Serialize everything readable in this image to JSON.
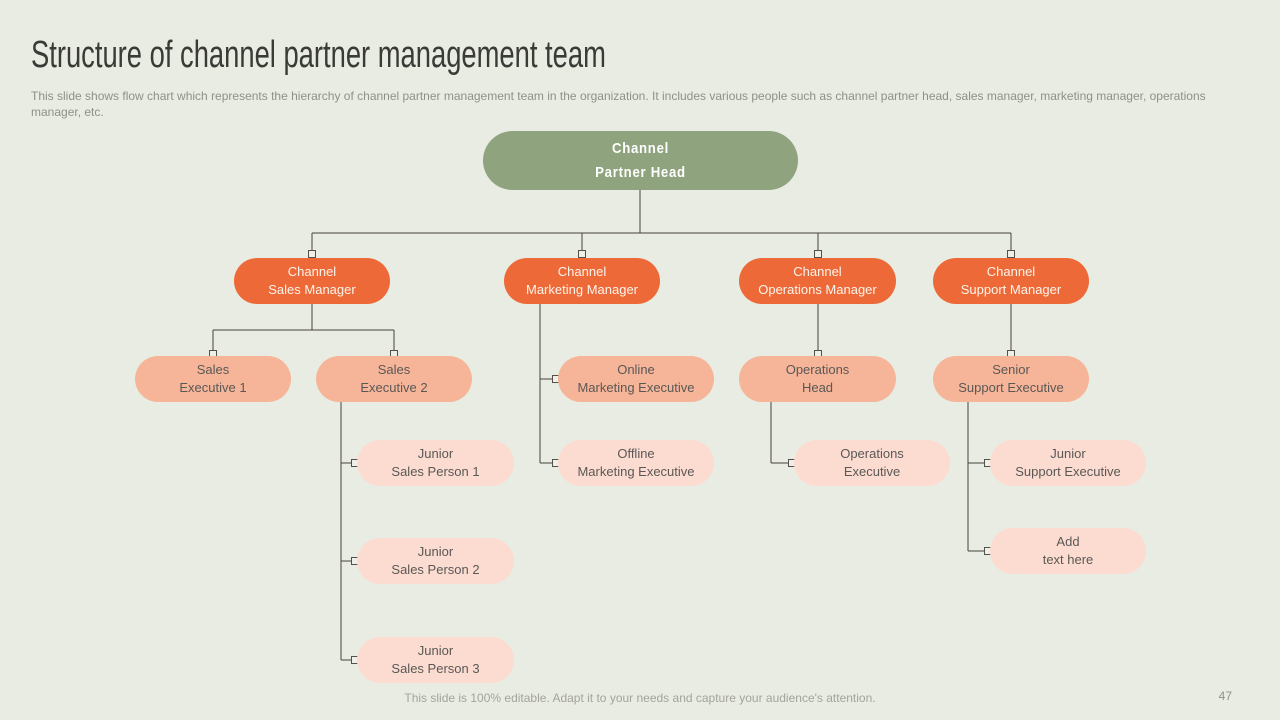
{
  "slide": {
    "title": "Structure of channel partner management team",
    "description": "This slide shows flow chart which represents the hierarchy of channel partner management team in the organization. It includes various people such as channel partner head, sales manager, marketing manager, operations manager, etc.",
    "footer": "This slide is 100% editable. Adapt it to your needs and capture your audience's attention.",
    "page_number": "47"
  },
  "colors": {
    "background": "#e9ece3",
    "head_node": "#8fa37e",
    "manager_node": "#ed6a38",
    "executive_node": "#f6b598",
    "junior_node": "#fcdcd0",
    "connector_line": "#45423c",
    "title_text": "#3a3a36",
    "muted_text": "#8f9089"
  },
  "org_chart": {
    "nodes": [
      {
        "id": "partner-head",
        "line1": "Channel",
        "line2": "Partner Head",
        "level": 1,
        "parent": null
      },
      {
        "id": "sales-manager",
        "line1": "Channel",
        "line2": "Sales Manager",
        "level": 2,
        "parent": "partner-head"
      },
      {
        "id": "marketing-manager",
        "line1": "Channel",
        "line2": "Marketing Manager",
        "level": 2,
        "parent": "partner-head"
      },
      {
        "id": "operations-manager",
        "line1": "Channel",
        "line2": "Operations Manager",
        "level": 2,
        "parent": "partner-head"
      },
      {
        "id": "support-manager",
        "line1": "Channel",
        "line2": "Support Manager",
        "level": 2,
        "parent": "partner-head"
      },
      {
        "id": "sales-executive-1",
        "line1": "Sales",
        "line2": "Executive 1",
        "level": 3,
        "parent": "sales-manager"
      },
      {
        "id": "sales-executive-2",
        "line1": "Sales",
        "line2": "Executive 2",
        "level": 3,
        "parent": "sales-manager"
      },
      {
        "id": "online-marketing-executive",
        "line1": "Online",
        "line2": "Marketing Executive",
        "level": 3,
        "parent": "marketing-manager"
      },
      {
        "id": "operations-head",
        "line1": "Operations",
        "line2": "Head",
        "level": 3,
        "parent": "operations-manager"
      },
      {
        "id": "senior-support-executive",
        "line1": "Senior",
        "line2": "Support Executive",
        "level": 3,
        "parent": "support-manager"
      },
      {
        "id": "junior-sales-person-1",
        "line1": "Junior",
        "line2": "Sales Person 1",
        "level": 4,
        "parent": "sales-executive-2"
      },
      {
        "id": "offline-marketing-executive",
        "line1": "Offline",
        "line2": "Marketing Executive",
        "level": 4,
        "parent": "marketing-manager"
      },
      {
        "id": "operations-executive",
        "line1": "Operations",
        "line2": "Executive",
        "level": 4,
        "parent": "operations-head"
      },
      {
        "id": "junior-support-executive",
        "line1": "Junior",
        "line2": "Support Executive",
        "level": 4,
        "parent": "senior-support-executive"
      },
      {
        "id": "junior-sales-person-2",
        "line1": "Junior",
        "line2": "Sales Person 2",
        "level": 4,
        "parent": "sales-executive-2"
      },
      {
        "id": "add-text-here",
        "line1": "Add",
        "line2": "text here",
        "level": 4,
        "parent": "senior-support-executive"
      },
      {
        "id": "junior-sales-person-3",
        "line1": "Junior",
        "line2": "Sales Person 3",
        "level": 4,
        "parent": "sales-executive-2"
      }
    ]
  }
}
